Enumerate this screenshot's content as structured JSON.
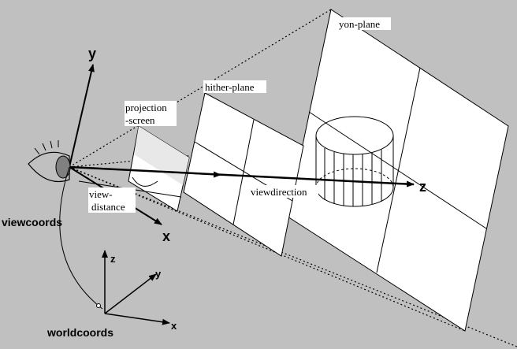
{
  "labels": {
    "yon_plane": "yon-plane",
    "hither_plane": "hither-plane",
    "projection_line1": "projection",
    "projection_line2": "-screen",
    "view_distance_line1": "view-",
    "view_distance_line2": "distance",
    "view_direction": "viewdirection",
    "view_axis_x": "x",
    "view_axis_y": "y",
    "view_axis_z": "z",
    "viewcoords": "viewcoords",
    "worldcoords": "worldcoords",
    "world_axis_x": "x",
    "world_axis_y": "y",
    "world_axis_z": "z"
  },
  "colors": {
    "background": "#c0c0c0",
    "plane_fill": "#ffffff",
    "stroke": "#000000",
    "eye_fill": "#808080"
  }
}
